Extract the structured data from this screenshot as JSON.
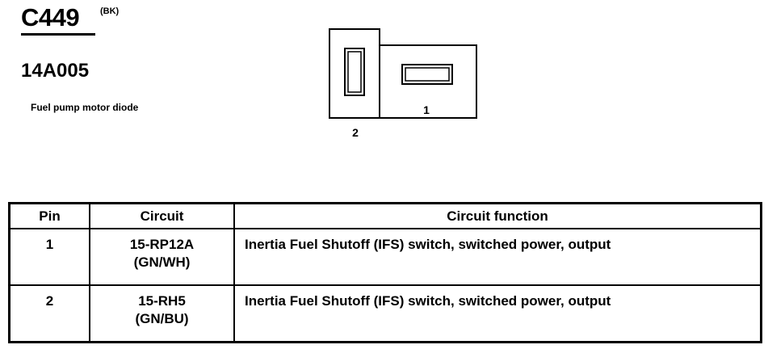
{
  "connector": {
    "id": "C449",
    "color_code": "(BK)",
    "part_number": "14A005",
    "description": "Fuel pump motor diode"
  },
  "diagram": {
    "pin_labels": [
      "1",
      "2"
    ]
  },
  "table": {
    "headers": {
      "pin": "Pin",
      "circuit": "Circuit",
      "function": "Circuit function"
    },
    "rows": [
      {
        "pin": "1",
        "circuit_code": "15-RP12A",
        "circuit_wire": "(GN/WH)",
        "function": "Inertia Fuel Shutoff (IFS) switch, switched power, output"
      },
      {
        "pin": "2",
        "circuit_code": "15-RH5",
        "circuit_wire": "(GN/BU)",
        "function": "Inertia Fuel Shutoff (IFS) switch, switched power, output"
      }
    ]
  }
}
